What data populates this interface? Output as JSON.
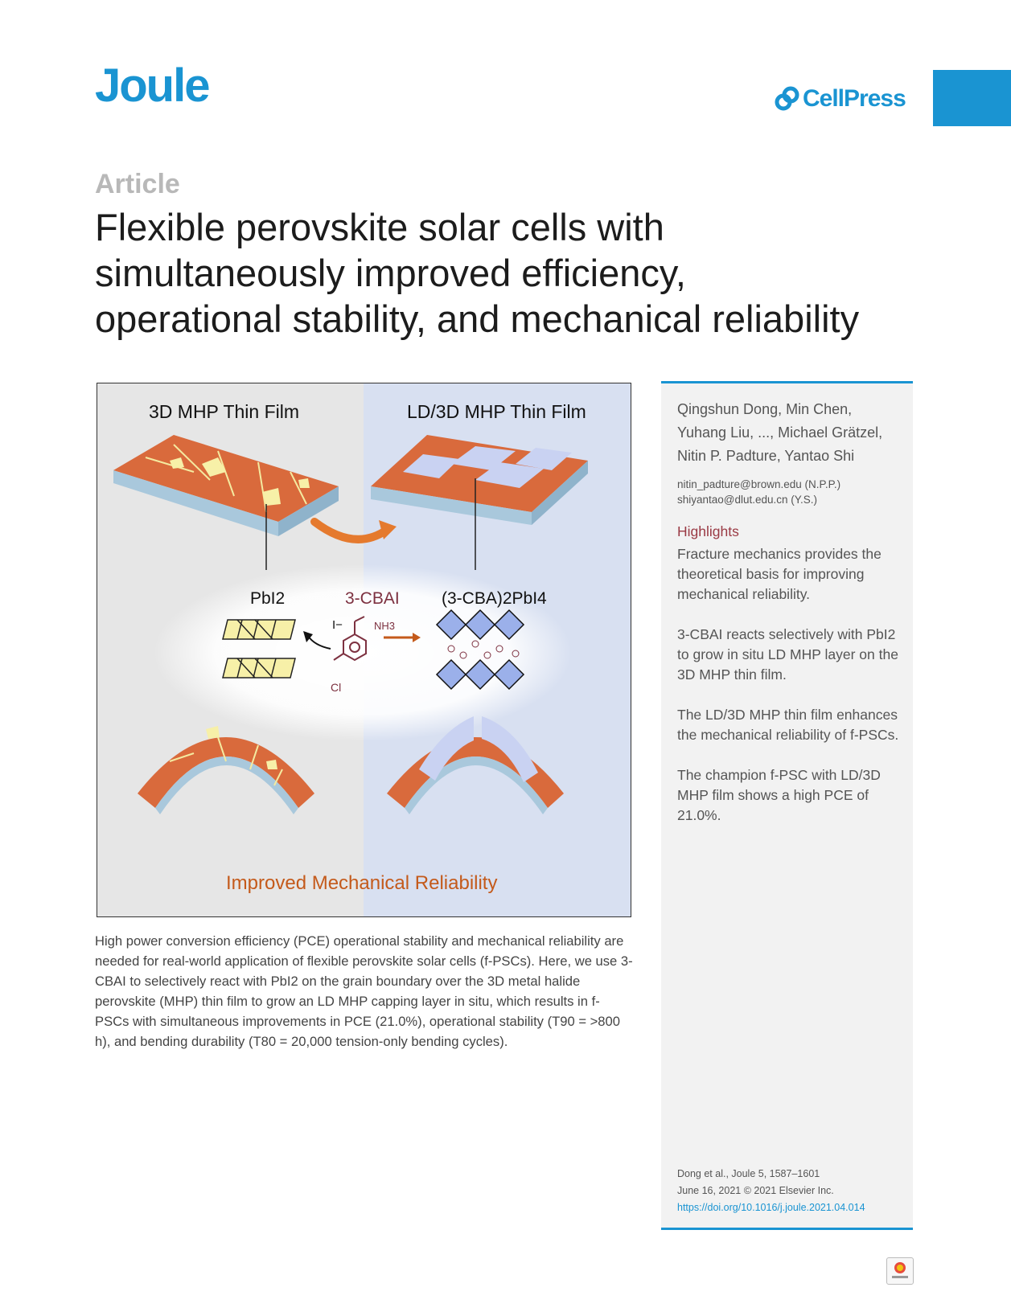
{
  "header": {
    "journal": "Joule",
    "publisher": "CellPress",
    "brand_color": "#1a94d2"
  },
  "article_label": "Article",
  "title_lines": [
    "Flexible perovskite solar cells with",
    "simultaneously improved efficiency,",
    "operational stability, and mechanical reliability"
  ],
  "graphical_abstract": {
    "left_title": "3D MHP Thin Film",
    "right_title": "LD/3D MHP Thin Film",
    "pbi2": "PbI2",
    "cbai": "3-CBAI",
    "product": "(3-CBA)2PbI4",
    "iodide": "I−",
    "nh3": "NH3",
    "cl": "Cl",
    "caption": "Improved Mechanical Reliability"
  },
  "sidebar": {
    "authors": [
      "Qingshun Dong, Min Chen,",
      "Yuhang Liu, ..., Michael Grätzel,",
      "Nitin P. Padture, Yantao Shi"
    ],
    "emails": [
      "nitin_padture@brown.edu (N.P.P.)",
      "shiyantao@dlut.edu.cn (Y.S.)"
    ],
    "highlights_heading": "Highlights",
    "highlights": [
      "Fracture mechanics provides the theoretical basis for improving mechanical reliability.",
      "3-CBAI reacts selectively with PbI2 to grow in situ LD MHP layer on the 3D MHP thin film.",
      "The LD/3D MHP thin film enhances the mechanical reliability of f-PSCs.",
      "The champion f-PSC with LD/3D MHP film shows a high PCE of 21.0%."
    ],
    "citation": "Dong et al., Joule 5, 1587–1601",
    "date": "June 16, 2021 © 2021 Elsevier Inc.",
    "doi": "https://doi.org/10.1016/j.joule.2021.04.014"
  },
  "abstract": "High power conversion efficiency (PCE) operational stability and mechanical reliability are needed for real-world application of flexible perovskite solar cells (f-PSCs). Here, we use 3-CBAI to selectively react with PbI2 on the grain boundary over the 3D metal halide perovskite (MHP) thin film to grow an LD MHP capping layer in situ, which results in f-PSCs with simultaneous improvements in PCE (21.0%), operational stability (T90 = >800 h), and bending durability (T80 = 20,000 tension-only bending cycles).",
  "badge": {
    "icon": "check-for-updates-icon"
  }
}
